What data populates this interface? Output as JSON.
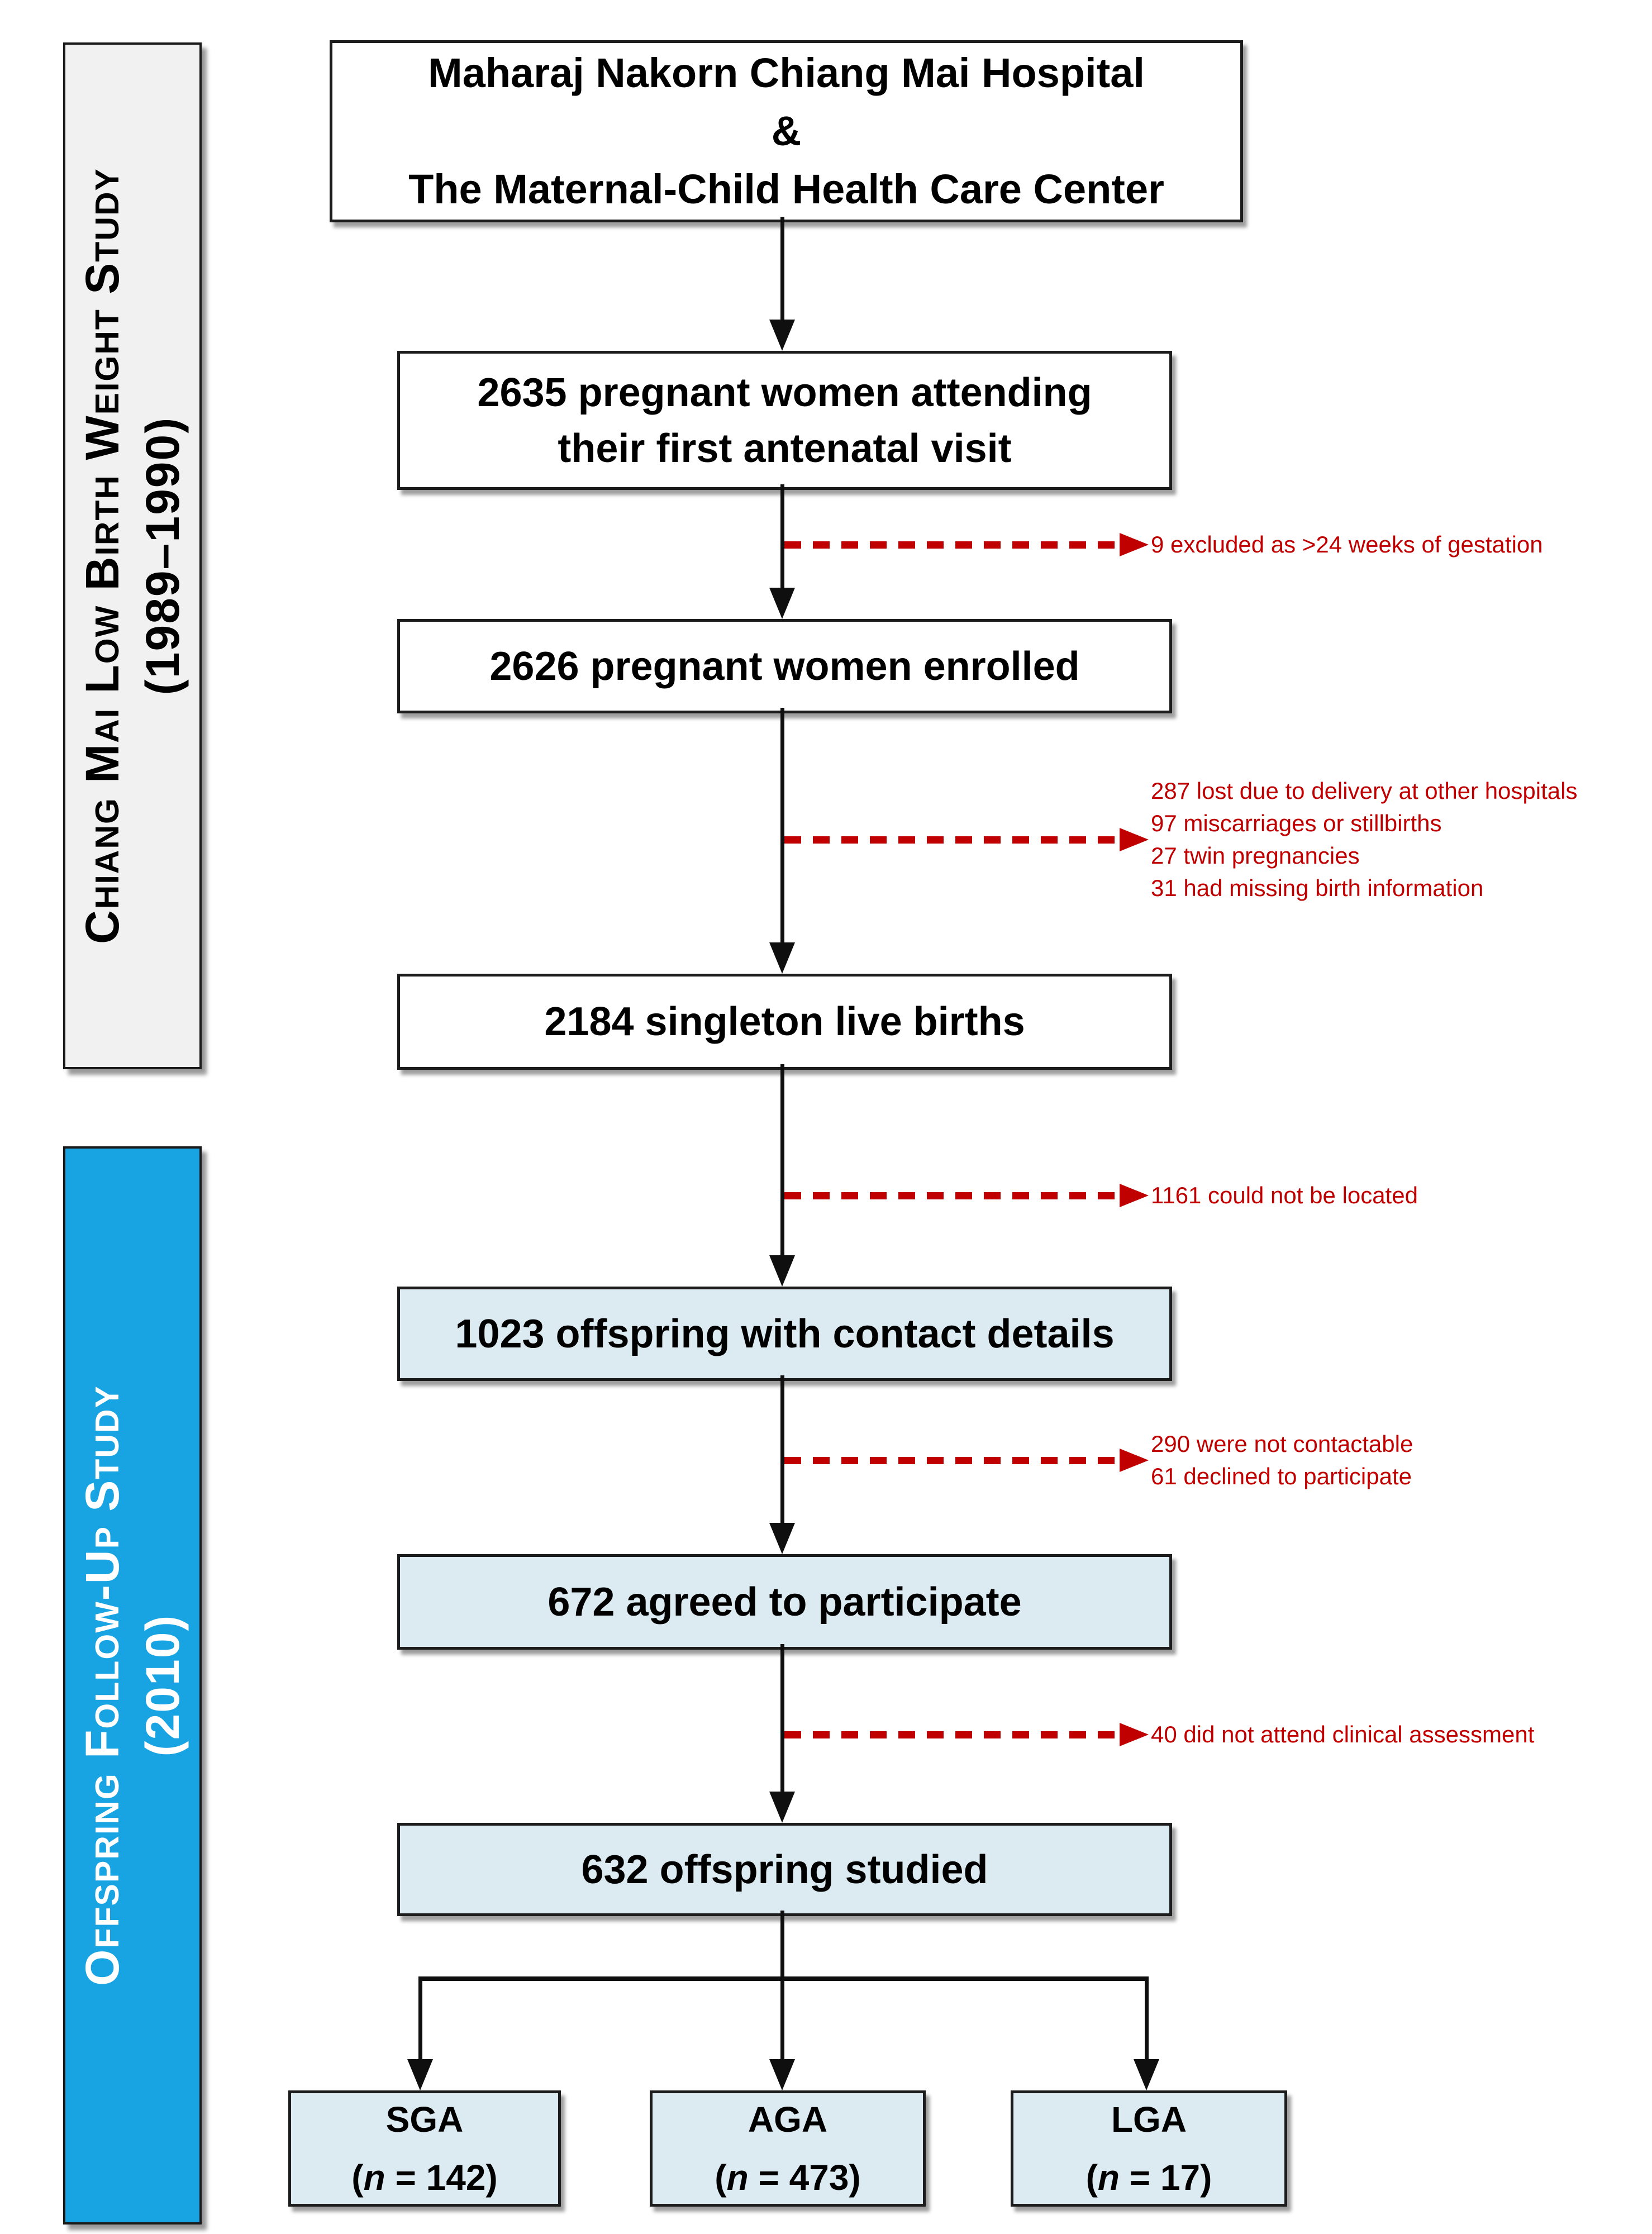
{
  "diagram": {
    "title_implicit": "Study participant flow chart",
    "sidebars": {
      "cohort": {
        "title": "Chiang Mai Low Birth Weight Study",
        "years": "(1989–1990)"
      },
      "followup": {
        "title": "Offspring Follow-Up Study",
        "years": "(2010)"
      }
    },
    "flow": {
      "hospital": {
        "text": "Maharaj Nakorn Chiang Mai Hospital\n&\nThe Maternal-Child Health Care Center"
      },
      "antenatal": {
        "text": "2635 pregnant women attending\ntheir first antenatal visit"
      },
      "enrolled": {
        "text": "2626 pregnant women enrolled"
      },
      "singleton": {
        "text": "2184 singleton live births"
      },
      "contact": {
        "text": "1023 offspring with contact details"
      },
      "agreed": {
        "text": "672 agreed to participate"
      },
      "studied": {
        "text": "632 offspring studied"
      }
    },
    "exclusions": {
      "gestation": {
        "lines": [
          "9 excluded as >24 weeks of gestation"
        ]
      },
      "losses": {
        "lines": [
          "287 lost due to delivery at other hospitals",
          "97 miscarriages or stillbirths",
          "27 twin pregnancies",
          "31 had missing birth information"
        ]
      },
      "located": {
        "lines": [
          "1161 could not be located"
        ]
      },
      "contactable": {
        "lines": [
          "290 were not contactable",
          "61 declined to participate"
        ]
      },
      "assessment": {
        "lines": [
          "40 did not attend clinical assessment"
        ]
      }
    },
    "outcomes": [
      {
        "label": "SGA",
        "n_prefix": "(",
        "n_symbol": "n",
        "n_suffix": " = 142)"
      },
      {
        "label": "AGA",
        "n_prefix": "(",
        "n_symbol": "n",
        "n_suffix": " = 473)"
      },
      {
        "label": "LGA",
        "n_prefix": "(",
        "n_symbol": "n",
        "n_suffix": " = 17)"
      }
    ],
    "colors": {
      "exclusion_red": "#C00000",
      "followup_blue": "#18A3E2",
      "followup_box_fill": "#DCEBF2",
      "cohort_gray": "#F1F1F1",
      "line_black": "#0f0f0f",
      "box_white": "#ffffff"
    }
  }
}
